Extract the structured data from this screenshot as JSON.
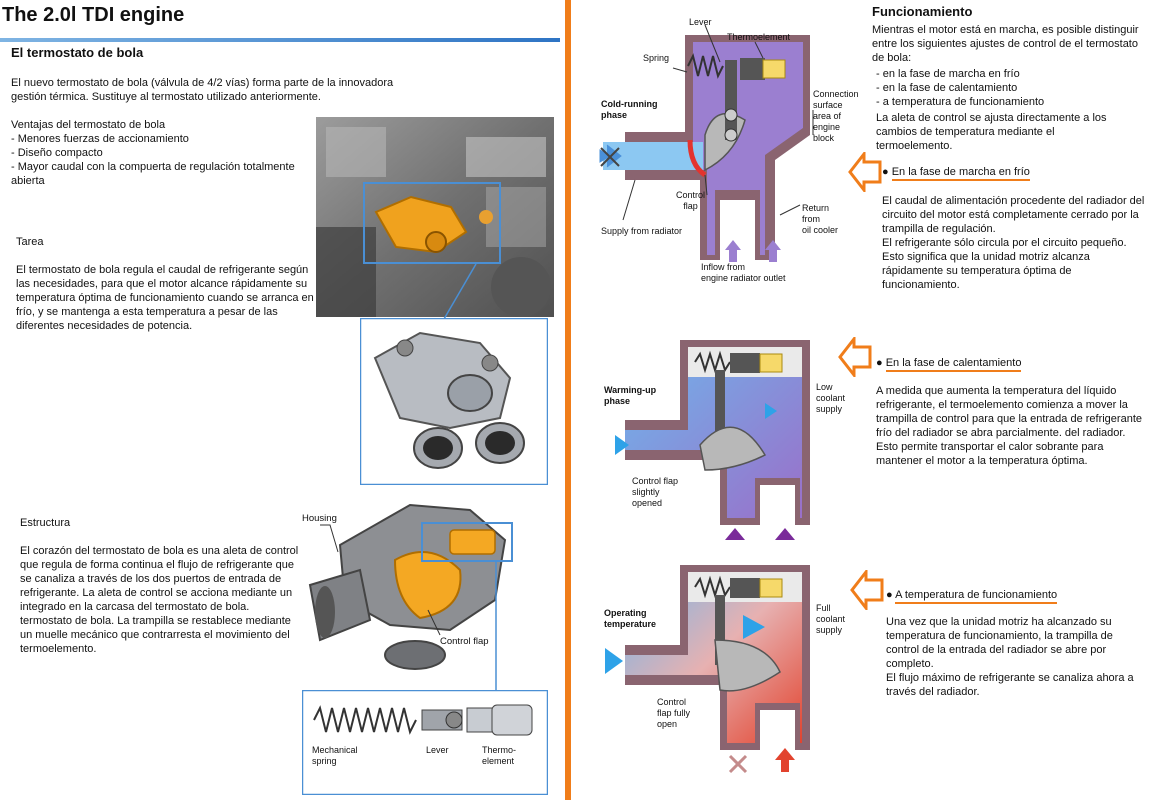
{
  "header": {
    "title": "The 2.0l TDI engine"
  },
  "left": {
    "section_title": "El termostato de bola",
    "intro": "El nuevo termostato de bola (válvula de 4/2 vías) forma parte de la innovadora gestión térmica. Sustituye al termostato utilizado anteriormente.",
    "advantages_title": "Ventajas del termostato de bola",
    "advantages": [
      "- Menores fuerzas de accionamiento",
      "- Diseño compacto",
      "- Mayor caudal con la compuerta de regulación totalmente\n  abierta"
    ],
    "task_title": "Tarea",
    "task_text": "El termostato de bola regula el caudal de refrigerante según las necesidades, para que el motor alcance rápidamente su temperatura óptima de funcionamiento cuando se arranca en frío, y se mantenga a esta temperatura a pesar de las diferentes necesidades de potencia.",
    "structure_title": "Estructura",
    "structure_text": "El corazón del termostato de bola es una aleta de control que regula de forma continua el flujo de refrigerante que se canaliza a través de los dos puertos de entrada de refrigerante. La aleta de control se acciona mediante un integrado en la carcasa del termostato de bola. termostato de bola. La trampilla se restablece mediante un muelle mecánico que contrarresta el movimiento del termoelemento.",
    "labels": {
      "housing": "Housing",
      "control_flap": "Control flap",
      "mech_spring": "Mechanical\nspring",
      "lever": "Lever",
      "thermo": "Thermo-\nelement"
    }
  },
  "diagrams": {
    "cold": {
      "phase": "Cold-running\nphase",
      "lever": "Lever",
      "thermoelement": "Thermoelement",
      "spring": "Spring",
      "connection": "Connection\nsurface\narea of\nengine\nblock",
      "control_flap": "Control\nflap",
      "return": "Return\nfrom\noil cooler",
      "supply": "Supply from radiator",
      "inflow": "Inflow from\nengine radiator outlet"
    },
    "warm": {
      "phase": "Warming-up\nphase",
      "low": "Low\ncoolant\nsupply",
      "flap": "Control flap\nslightly\nopened"
    },
    "oper": {
      "phase": "Operating\ntemperature",
      "full": "Full\ncoolant\nsupply",
      "flap": "Control\nflap fully\nopen"
    }
  },
  "right": {
    "func_title": "Funcionamiento",
    "func_intro": "Mientras el motor está en marcha, es posible distinguir entre los siguientes ajustes de control de el termostato de bola:",
    "func_list": [
      "- en la fase de marcha en frío",
      "- en la fase de calentamiento",
      "- a temperatura de funcionamiento"
    ],
    "func_note": "La aleta de control se ajusta directamente a los cambios de temperatura mediante el termoelemento.",
    "cold_title": "En la fase de marcha en frío",
    "cold_text": "El caudal de alimentación procedente del radiador del circuito del motor está completamente cerrado por la trampilla de regulación.\nEl refrigerante sólo circula por el circuito pequeño.\nEsto significa que la unidad motriz alcanza rápidamente su temperatura óptima de funcionamiento.",
    "warm_title": "En la fase de calentamiento",
    "warm_text": "A medida que aumenta la temperatura del líquido refrigerante, el termoelemento comienza a mover la trampilla de control para que la entrada de refrigerante frío del radiador se abra parcialmente. del radiador.  Esto permite transportar el calor sobrante para mantener el motor a la temperatura óptima.",
    "oper_title": "A temperatura de funcionamiento",
    "oper_text": "Una vez que la unidad motriz ha alcanzado su temperatura de funcionamiento, la trampilla de control de la entrada del radiador se abre por completo.\nEl flujo máximo de refrigerante se canaliza ahora a través del radiador."
  },
  "colors": {
    "accent": "#f07d1a",
    "blue": "#2e74c4",
    "coolant_blue": "#5aa9ec",
    "coolant_purple": "#8a64b8",
    "hot_red": "#e5452f",
    "housing": "#8a6470"
  }
}
